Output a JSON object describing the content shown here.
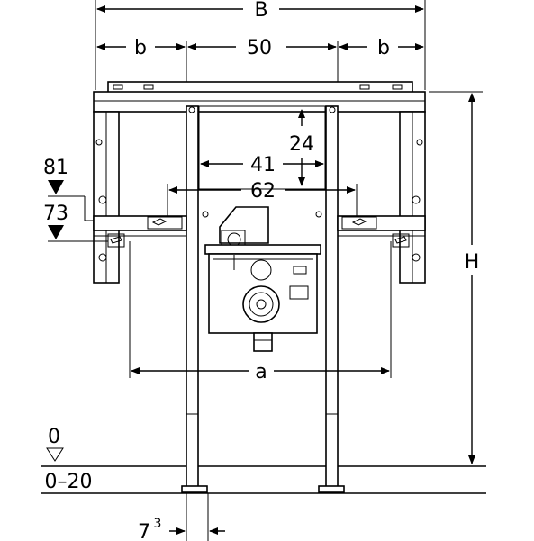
{
  "dimensions": {
    "B": "B",
    "b_left": "b",
    "center_width": "50",
    "b_right": "b",
    "d24": "24",
    "d41": "41",
    "d62": "62",
    "d81": "81",
    "d73": "73",
    "H": "H",
    "a": "a",
    "floor_zero": "0",
    "floor_range": "0–20",
    "foot_base": "7",
    "foot_sup": "3"
  }
}
